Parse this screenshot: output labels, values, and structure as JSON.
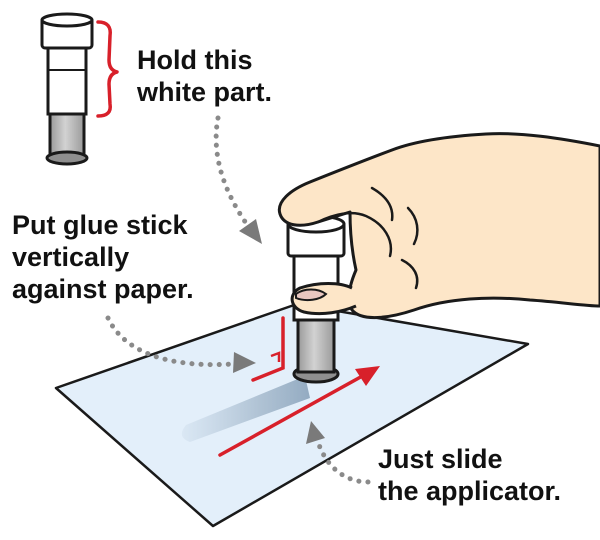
{
  "labels": {
    "hold": {
      "line1": "Hold this",
      "line2": "white part."
    },
    "put": {
      "line1": "Put glue stick",
      "line2": "vertically",
      "line3": "against paper."
    },
    "slide": {
      "line1": "Just slide",
      "line2": "the applicator."
    }
  },
  "colors": {
    "outline": "#1a1a1a",
    "stick_white": "#ffffff",
    "stick_gray": "#b8b8b8",
    "skin": "#fde6c8",
    "paper": "#e3effa",
    "glue_trail": "#9fb4c8",
    "accent_red": "#d8202a",
    "dotted_arrow": "#8a8a8a"
  },
  "icons": {
    "brace": "red-curly-brace-icon",
    "arrow": "dotted-curved-arrow-icon"
  }
}
